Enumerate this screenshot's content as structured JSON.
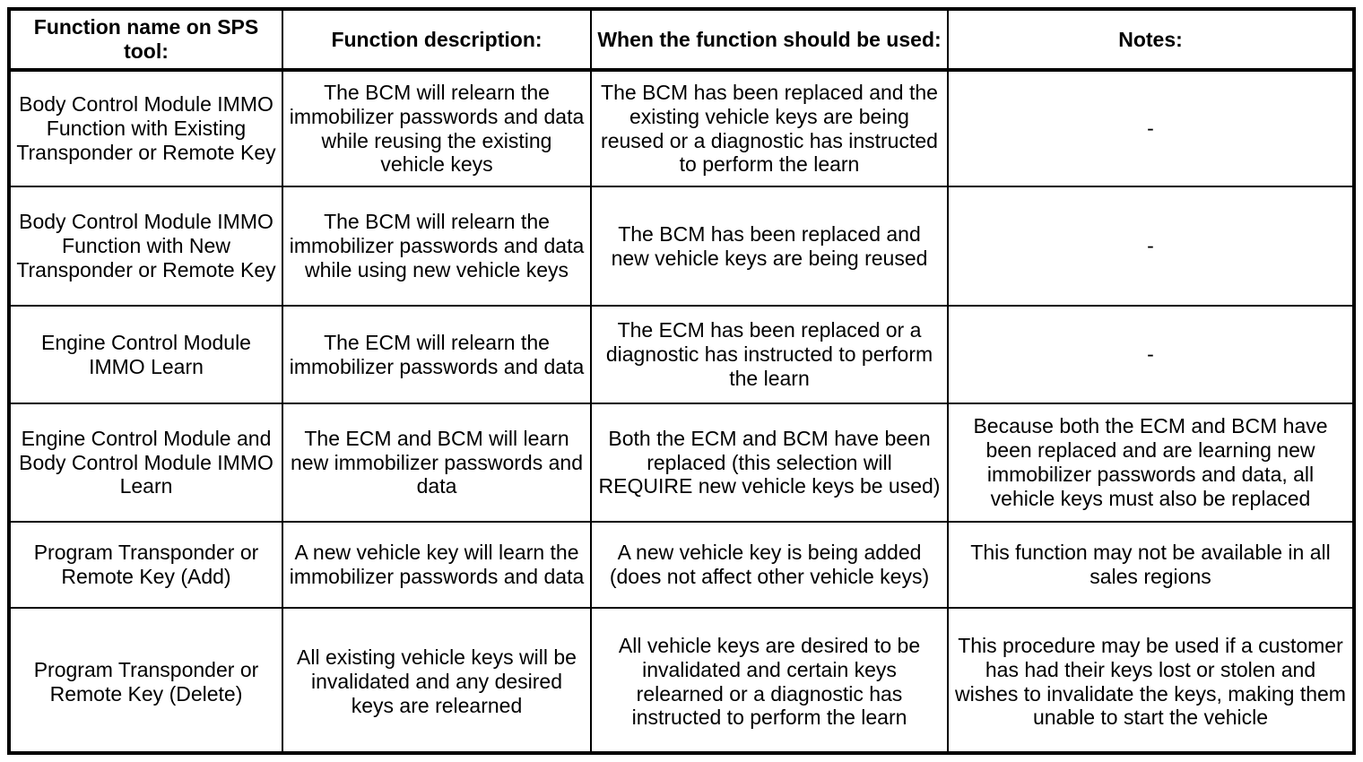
{
  "table": {
    "headers": [
      "Function name on SPS tool:",
      "Function description:",
      "When the function should be used:",
      "Notes:"
    ],
    "rows": [
      {
        "function_name": "Body Control Module IMMO Function with Existing Transponder or Remote Key",
        "function_description": "The BCM will relearn the immobilizer passwords and data while reusing the existing vehicle keys",
        "when_used": "The BCM has been replaced and the existing vehicle keys are being reused or a diagnostic has instructed to perform the learn",
        "notes": "-"
      },
      {
        "function_name": "Body Control Module IMMO Function with New Transponder or Remote Key",
        "function_description": "The BCM will relearn the immobilizer passwords and data while using new vehicle keys",
        "when_used": "The BCM has been replaced and new vehicle keys are being reused",
        "notes": "-"
      },
      {
        "function_name": "Engine Control Module IMMO Learn",
        "function_description": "The ECM will relearn the immobilizer passwords and data",
        "when_used": "The ECM has been replaced or a diagnostic has instructed to perform the learn",
        "notes": "-"
      },
      {
        "function_name": "Engine Control Module and Body Control Module IMMO Learn",
        "function_description": "The ECM and BCM will learn new immobilizer passwords and data",
        "when_used": "Both the ECM and BCM have been replaced (this selection will REQUIRE new vehicle keys be used)",
        "notes": "Because both the ECM and BCM have been replaced and are learning new immobilizer passwords and data, all vehicle keys must also be replaced"
      },
      {
        "function_name": "Program Transponder or Remote Key (Add)",
        "function_description": "A new vehicle key will learn the immobilizer passwords and data",
        "when_used": "A new vehicle key is being added (does not affect other vehicle keys)",
        "notes": "This function may not be available in all sales regions"
      },
      {
        "function_name": "Program Transponder or Remote Key (Delete)",
        "function_description": "All existing vehicle keys will be invalidated and any desired keys are relearned",
        "when_used": "All vehicle keys are desired to be invalidated and certain keys relearned or a diagnostic has instructed to perform the learn",
        "notes": "This procedure may be used if a customer has had their keys lost or stolen and wishes to invalidate the keys, making them unable to start the vehicle"
      }
    ]
  },
  "colors": {
    "text": "#000000",
    "background": "#ffffff",
    "border": "#000000"
  }
}
